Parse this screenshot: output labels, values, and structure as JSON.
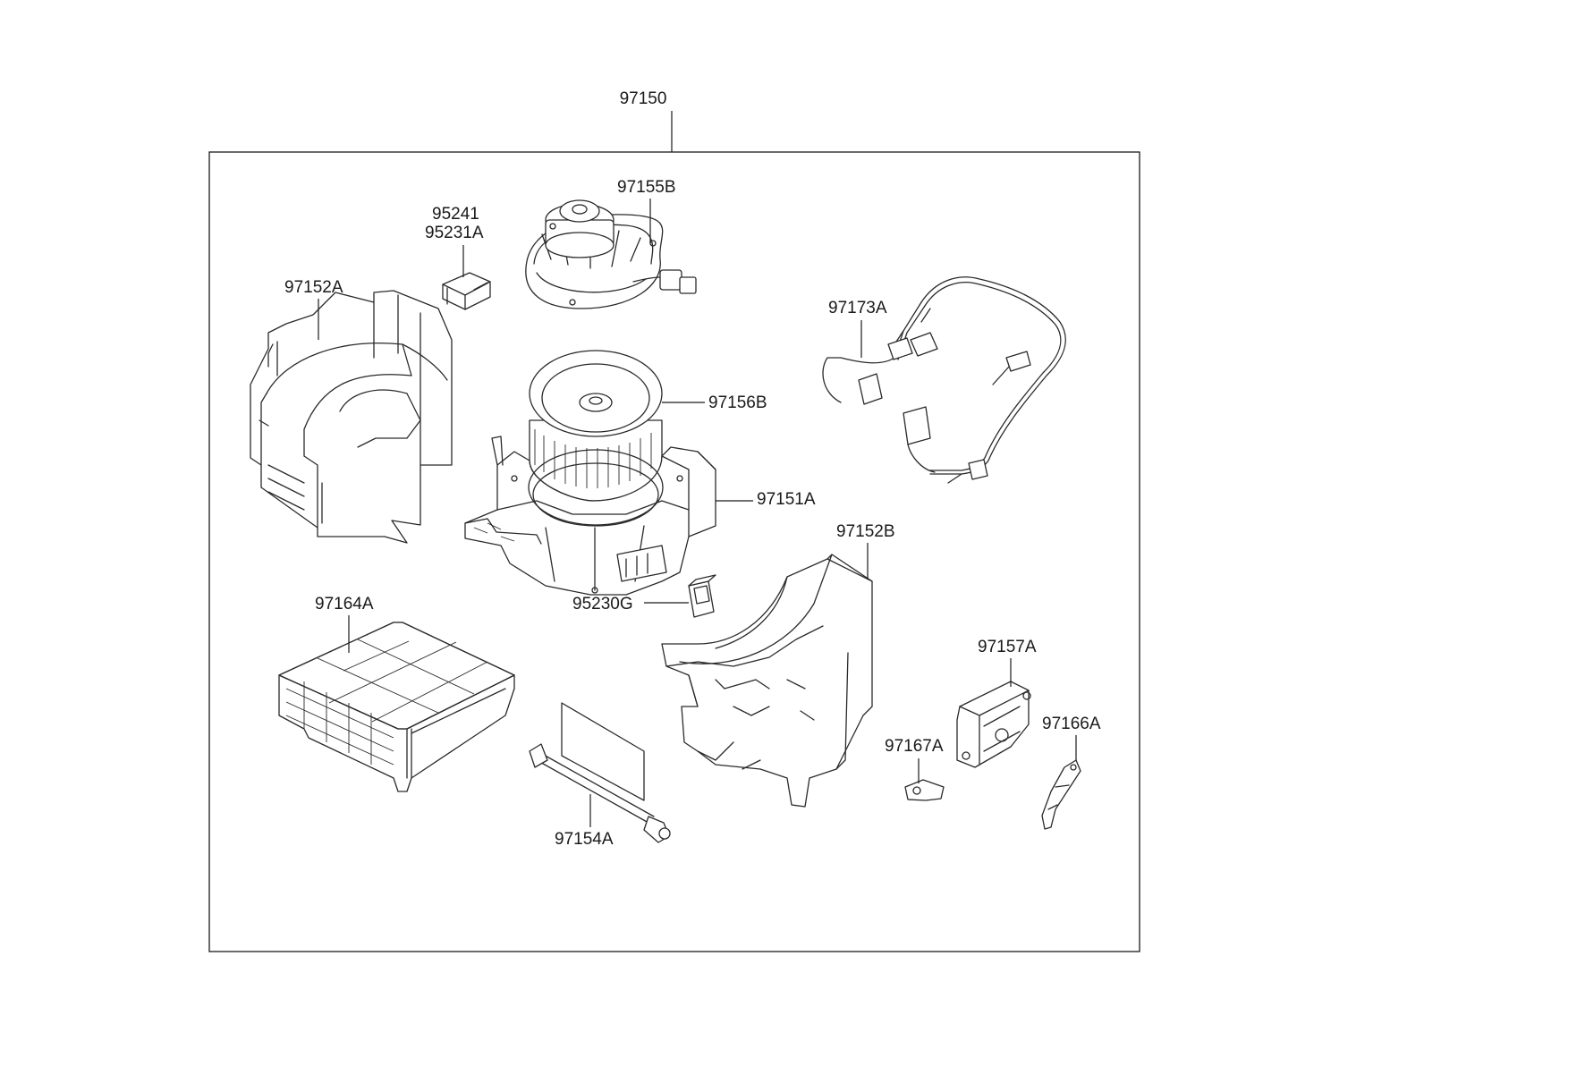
{
  "assembly": {
    "label": "97150"
  },
  "parts": [
    {
      "id": "blower-motor",
      "label": "97155B"
    },
    {
      "id": "resistor",
      "label_line1": "95241",
      "label_line2": "95231A"
    },
    {
      "id": "case-left",
      "label": "97152A"
    },
    {
      "id": "wiring-harness",
      "label": "97173A"
    },
    {
      "id": "fan",
      "label": "97156B"
    },
    {
      "id": "blower-case",
      "label": "97151A"
    },
    {
      "id": "case-right",
      "label": "97152B"
    },
    {
      "id": "relay",
      "label": "95230G"
    },
    {
      "id": "air-filter",
      "label": "97164A"
    },
    {
      "id": "actuator",
      "label": "97157A"
    },
    {
      "id": "lever-small",
      "label": "97167A"
    },
    {
      "id": "lever-link",
      "label": "97166A"
    },
    {
      "id": "door-shaft",
      "label": "97154A"
    }
  ]
}
